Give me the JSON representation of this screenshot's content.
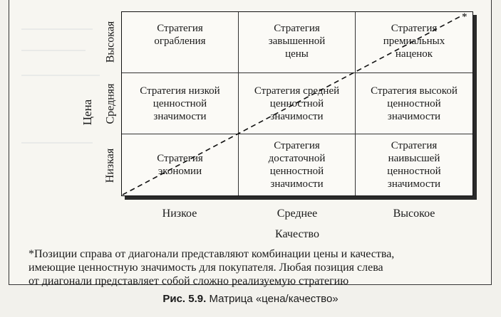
{
  "matrix": {
    "y_axis_label": "Цена",
    "x_axis_label": "Качество",
    "rows": [
      "Высокая",
      "Средняя",
      "Низкая"
    ],
    "columns": [
      "Низкое",
      "Среднее",
      "Высокое"
    ],
    "cells": [
      [
        "Стратегия\nограбления",
        "Стратегия\nзавышенной\nцены",
        "Стратегия\nпремиальных\nнаценок"
      ],
      [
        "Стратегия низкой\nценностной\nзначимости",
        "Стратегия средней\nценностной\nзначимости",
        "Стратегия высокой\nценностной\nзначимости"
      ],
      [
        "Стратегия\nэкономии",
        "Стратегия\nдостаточной\nценностной\nзначимости",
        "Стратегия\nнаивысшей\nценностной\nзначимости"
      ]
    ],
    "diagonal_marker": "*"
  },
  "footnote": "*Позиции справа от диагонали представляют комбинации цены и качества,\nимеющие ценностную значимость для покупателя. Любая позиция слева\nот диагонали представляет собой сложно реализуемую стратегию",
  "caption": {
    "label": "Рис. 5.9.",
    "text": " Матрица «цена/качество»"
  }
}
